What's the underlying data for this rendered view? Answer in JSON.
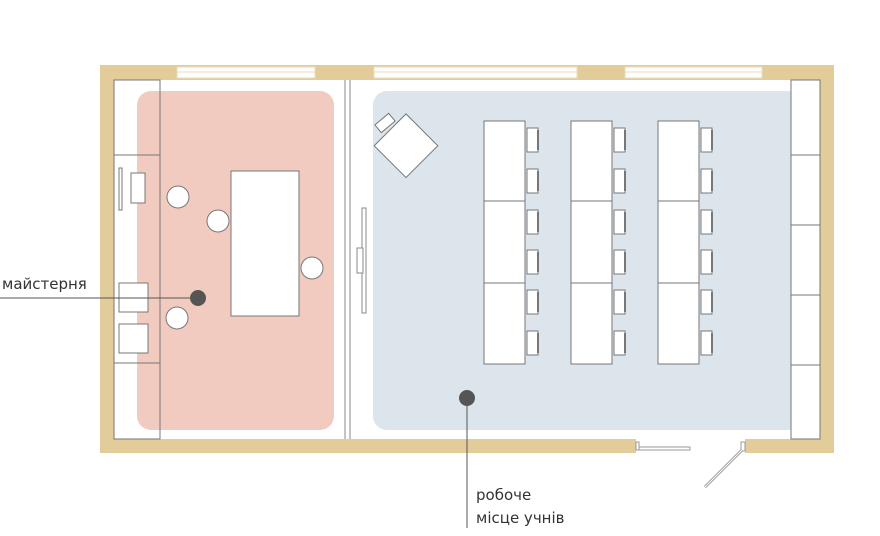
{
  "labels": {
    "workshop": "майстерня",
    "student_area_line1": "робоче",
    "student_area_line2": "місце учнів"
  },
  "colors": {
    "wall": "#e2cc9a",
    "workshop_zone": "#f2cbc0",
    "student_zone": "#dce5ec",
    "marker": "#555555"
  }
}
